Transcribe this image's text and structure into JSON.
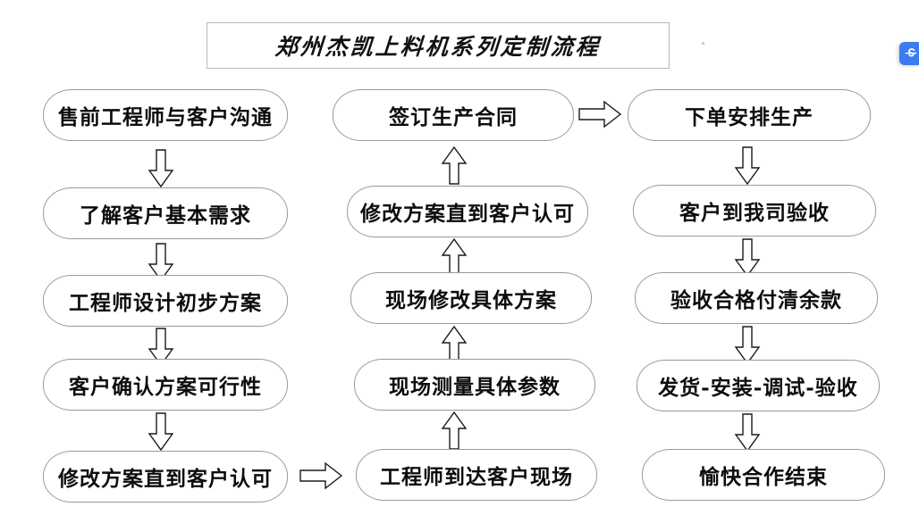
{
  "title": {
    "text": "郑州杰凯上料机系列定制流程"
  },
  "logo": {
    "name": "s-badge-logo",
    "glyph": "S",
    "color": "#3b7cf0"
  },
  "colors": {
    "background": "#ffffff",
    "box_border": "#9a9a9a",
    "title_border": "#b9b9b9",
    "text": "#0d0d0d",
    "arrow_stroke": "#1a1a1a",
    "arrow_fill": "#ffffff",
    "logo_blue": "#3b7cf0"
  },
  "flow": {
    "columns": [
      {
        "id": "column-1",
        "direction": "down",
        "nodes": [
          {
            "label": "售前工程师与客户沟通"
          },
          {
            "label": "了解客户基本需求"
          },
          {
            "label": "工程师设计初步方案"
          },
          {
            "label": "客户确认方案可行性"
          },
          {
            "label": "修改方案直到客户认可"
          }
        ]
      },
      {
        "id": "column-2",
        "direction": "up",
        "nodes": [
          {
            "label": "签订生产合同"
          },
          {
            "label": "修改方案直到客户认可"
          },
          {
            "label": "现场修改具体方案"
          },
          {
            "label": "现场测量具体参数"
          },
          {
            "label": "工程师到达客户现场"
          }
        ]
      },
      {
        "id": "column-3",
        "direction": "down",
        "nodes": [
          {
            "label": "下单安排生产"
          },
          {
            "label": "客户到我司验收"
          },
          {
            "label": "验收合格付清余款"
          },
          {
            "label": "发货-安装-调试-验收"
          },
          {
            "label": "愉快合作结束"
          }
        ]
      }
    ],
    "connectors": [
      {
        "id": "col1-bottom-to-col2-bottom",
        "direction": "right"
      },
      {
        "id": "col2-top-to-col3-top",
        "direction": "right"
      }
    ]
  }
}
